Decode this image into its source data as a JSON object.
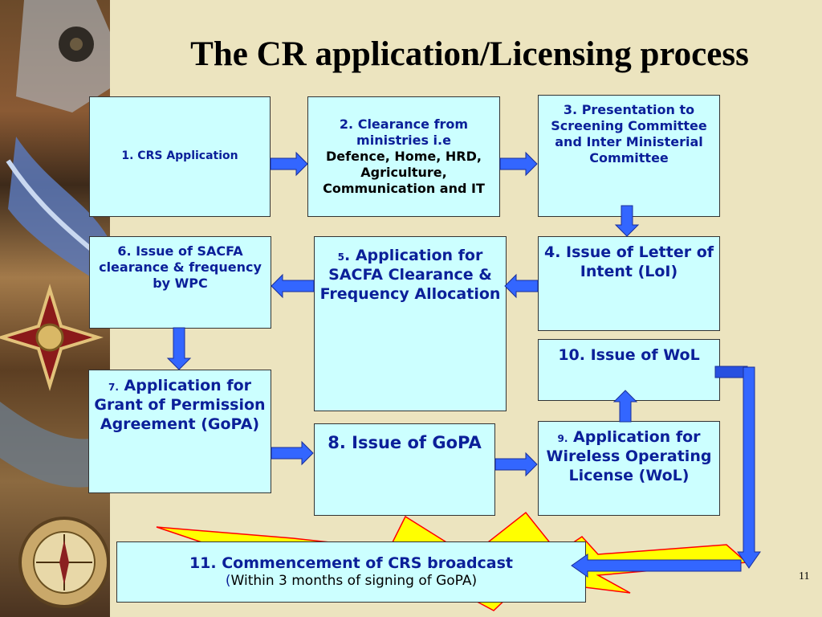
{
  "title": "The CR application/Licensing process",
  "page_number": "11",
  "steps": {
    "s1": {
      "text": "1. CRS Application"
    },
    "s2": {
      "line1": "2. Clearance from ministries i.e",
      "line2": "Defence,  Home, HRD, Agriculture, Communication and IT"
    },
    "s3": {
      "text": "3. Presentation to Screening Committee and Inter Ministerial Committee"
    },
    "s4": {
      "text": "4. Issue of Letter of Intent (LoI)"
    },
    "s5": {
      "num": "5",
      "text": ". Application for SACFA Clearance & Frequency Allocation"
    },
    "s6": {
      "text": "6. Issue of SACFA clearance & frequency by WPC"
    },
    "s7": {
      "num": "7.",
      "text": " Application for Grant of Permission Agreement (GoPA)"
    },
    "s8": {
      "text": "8. Issue of GoPA"
    },
    "s9": {
      "num": "9.",
      "text": " Application for Wireless Operating License (WoL)"
    },
    "s10": {
      "text": "10. Issue of WoL"
    },
    "s11": {
      "line1": "11. Commencement of CRS broadcast",
      "paren": "(",
      "line2": "Within 3 months of signing of GoPA)"
    }
  },
  "colors": {
    "background": "#ece4bf",
    "box_fill": "#ccffff",
    "box_text": "#0b1f99",
    "arrow_fill": "#3366ff",
    "burst_fill": "#ffff00",
    "burst_stroke": "#ff0000"
  }
}
